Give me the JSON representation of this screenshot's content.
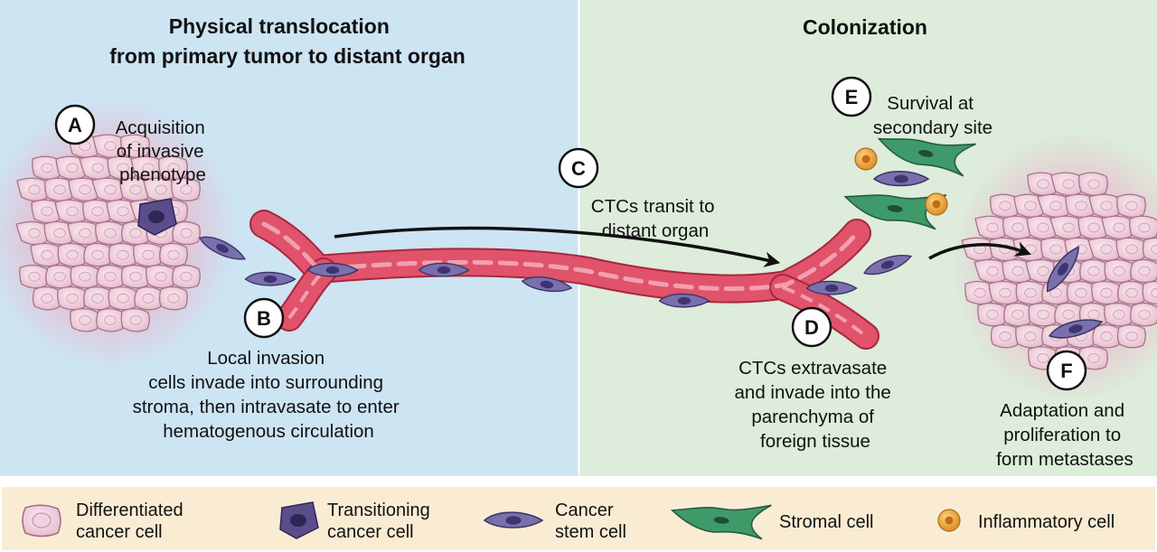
{
  "panels": {
    "left_title": [
      "Physical translocation",
      "from primary tumor to distant organ"
    ],
    "right_title": "Colonization"
  },
  "steps": {
    "a": {
      "letter": "A",
      "text": [
        "Acquisition",
        "of invasive",
        "phenotype"
      ]
    },
    "b": {
      "letter": "B",
      "text": [
        "Local invasion",
        "cells invade into surrounding",
        "stroma, then intravasate to enter",
        "hematogenous circulation"
      ]
    },
    "c": {
      "letter": "C",
      "text": [
        "CTCs transit to",
        "distant organ"
      ]
    },
    "d": {
      "letter": "D",
      "text": [
        "CTCs extravasate",
        "and invade into the",
        "parenchyma of",
        "foreign tissue"
      ]
    },
    "e": {
      "letter": "E",
      "text": [
        "Survival at",
        "secondary site"
      ]
    },
    "f": {
      "letter": "F",
      "text": [
        "Adaptation and",
        "proliferation to",
        "form metastases"
      ]
    }
  },
  "legend": {
    "differentiated": [
      "Differentiated",
      "cancer cell"
    ],
    "transitioning": [
      "Transitioning",
      "cancer cell"
    ],
    "stem": [
      "Cancer",
      "stem cell"
    ],
    "stromal": "Stromal cell",
    "inflammatory": "Inflammatory cell"
  },
  "colors": {
    "left_bg": "#cde4f3",
    "right_bg": "#ddecdb",
    "legend_bg": "#faecd3",
    "vessel": "#e0536a",
    "differentiated": "#f0d4e0",
    "transitioning": "#5a4d8c",
    "stem": "#7a70ad",
    "stromal": "#3f9a6a",
    "inflammatory": "#e7a03a"
  }
}
